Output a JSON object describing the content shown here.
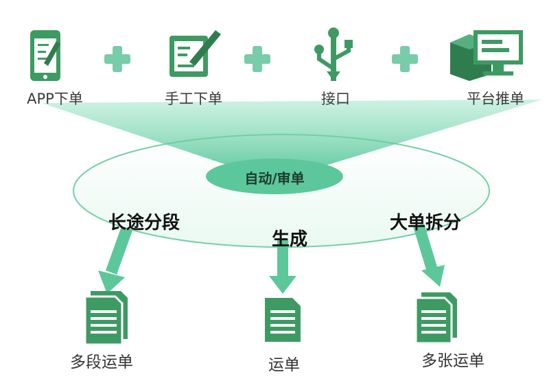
{
  "colors": {
    "primary": "#3e9a63",
    "dark": "#2f7d4f",
    "accent": "#7fd6b2",
    "pill": "#5cc79b",
    "ellipse_stroke": "#74cfa8",
    "plus": "#78ccaa"
  },
  "sources": [
    {
      "label": "APP下单",
      "icon": "phone-edit-icon"
    },
    {
      "label": "手工下单",
      "icon": "notepad-pen-icon"
    },
    {
      "label": "接口",
      "icon": "usb-icon"
    },
    {
      "label": "平台推单",
      "icon": "computer-box-icon"
    }
  ],
  "center": {
    "label": "自动/审单"
  },
  "branches": [
    {
      "label": "长途分段",
      "output": "多段运单",
      "icon": "document-stack-icon"
    },
    {
      "label": "生成",
      "output": "运单",
      "icon": "document-icon"
    },
    {
      "label": "大单拆分",
      "output": "多张运单",
      "icon": "document-stack-icon"
    }
  ]
}
